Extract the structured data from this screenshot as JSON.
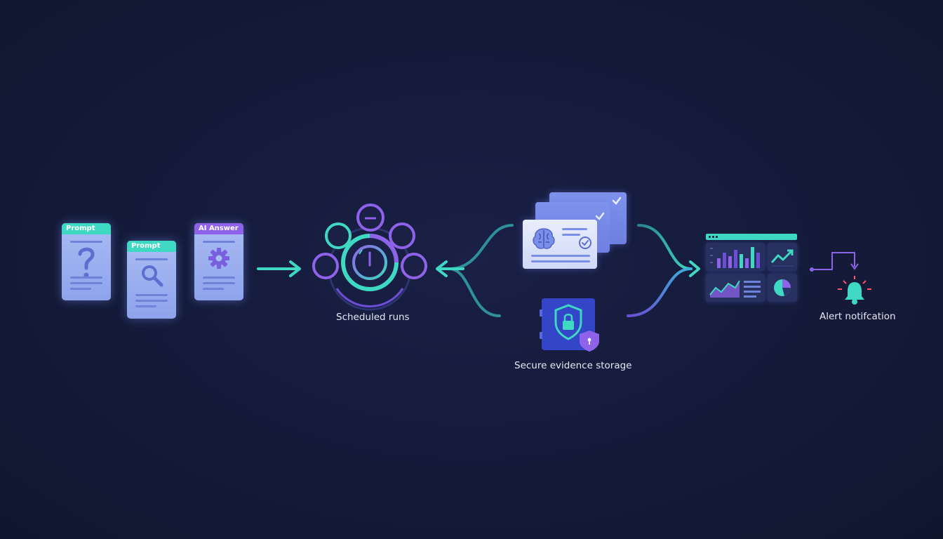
{
  "prompt_cards": [
    {
      "header": "Prompt",
      "icon": "question-mark-icon",
      "glyph": "?"
    },
    {
      "header": "Prompt",
      "icon": "magnifier-icon"
    },
    {
      "header": "AI Answer",
      "icon": "gear-icon"
    }
  ],
  "scheduler": {
    "label": "Scheduled runs",
    "icon": "power-clock-icon"
  },
  "evidence": {
    "label": "Secure evidence storage",
    "icons": [
      "brain-icon",
      "check-icon",
      "shield-lock-icon"
    ]
  },
  "dashboard": {
    "icons": [
      "bar-chart-icon",
      "trend-up-icon",
      "area-chart-icon",
      "pie-chart-icon"
    ]
  },
  "alert": {
    "label": "Alert notifcation",
    "icon": "bell-icon"
  },
  "colors": {
    "background": "#141a38",
    "teal": "#3fd8c2",
    "purple": "#8f62ea",
    "card_blue": "#a9bcf3",
    "alert_red": "#ff4f6b"
  }
}
